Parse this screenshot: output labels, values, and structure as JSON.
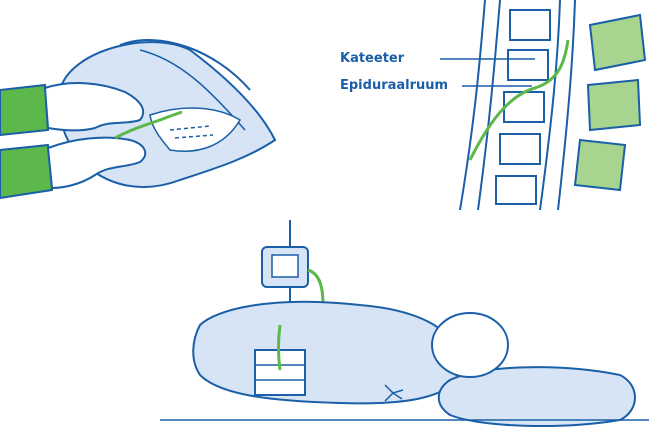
{
  "labels": {
    "catheter": "Kateeter",
    "epidural_space": "Epiduraalruum"
  },
  "colors": {
    "outline": "#1a5fa8",
    "fill_light_blue": "#d6e4f5",
    "accent_green": "#5cb84a",
    "bone_green": "#a7d48e"
  },
  "panels": [
    "catheter-insertion-hands",
    "spine-cross-section",
    "patient-lying-with-pump"
  ]
}
